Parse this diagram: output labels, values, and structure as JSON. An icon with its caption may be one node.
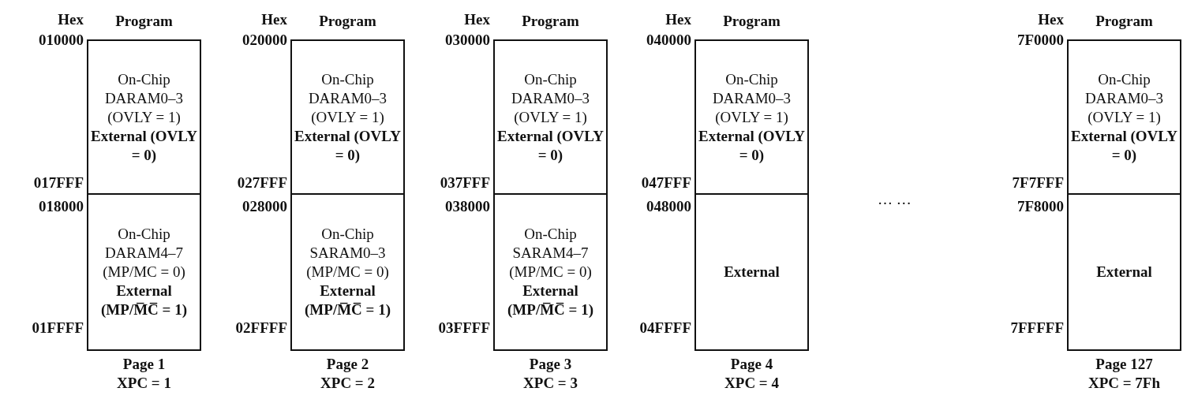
{
  "diagram": {
    "nodes": [
      {
        "text": [
          "Program"
        ],
        "beside": [
          "Page 1",
          "XPC = 1"
        ]
      },
      {
        "text": [
          "On-Chip DARAM0–3 (OVLY = 1)",
          "External (OVLY = 0)"
        ],
        "in": 0
      },
      {
        "text": [
          "On-Chip DARAM4–7 (MP/MC = 0)",
          "External (MP/M̅C̅ = 1)"
        ],
        "in": 0
      },
      {
        "text": [
          "Program"
        ],
        "beside": [
          "Page 2",
          "XPC = 2"
        ]
      },
      {
        "text": [
          "On-Chip DARAM0–3 (OVLY = 1)",
          "External (OVLY = 0)"
        ],
        "in": 3
      },
      {
        "text": [
          "On-Chip SARAM0–3 (MP/MC = 0)",
          "External (MP/M̅C̅ = 1)"
        ],
        "in": 3
      },
      {
        "text": [
          "Program"
        ],
        "beside": [
          "Page 3",
          "XPC = 3"
        ]
      },
      {
        "text": [
          "On-Chip DARAM0–3 (OVLY = 1)",
          "External (OVLY = 0)"
        ],
        "in": 6
      },
      {
        "text": [
          "On-Chip SARAM4–7 (MP/MC = 0)",
          "External (MP/M̅C̅ = 1)"
        ],
        "in": 6
      },
      {
        "text": [
          "Program"
        ],
        "beside": [
          "Page 4",
          "XPC = 4"
        ]
      },
      {
        "text": [
          "On-Chip DARAM0–3 (OVLY = 1)",
          "External (OVLY = 0)"
        ],
        "in": 9
      },
      {
        "text": [
          "External"
        ],
        "in": 9
      },
      {
        "text": [
          "Program"
        ],
        "beside": [
          "Page 127",
          "XPC = 7Fh"
        ]
      },
      {
        "text": [
          "On-Chip DARAM0–3 (OVLY = 1)",
          "External (OVLY = 0)"
        ],
        "in": 12
      },
      {
        "text": [
          "External"
        ],
        "in": 12
      }
    ],
    "labels": [
      "Hex",
      "010000",
      "017FFF",
      "018000",
      "01FFFF",
      "Hex",
      "020000",
      "027FFF",
      "028000",
      "02FFFF",
      "Hex",
      "030000",
      "037FFF",
      "038000",
      "03FFFF",
      "Hex",
      "040000",
      "047FFF",
      "048000",
      "04FFFF",
      "Hex",
      "7F0000",
      "7F7FFF",
      "7F8000",
      "7FFFFF",
      "… …"
    ]
  }
}
